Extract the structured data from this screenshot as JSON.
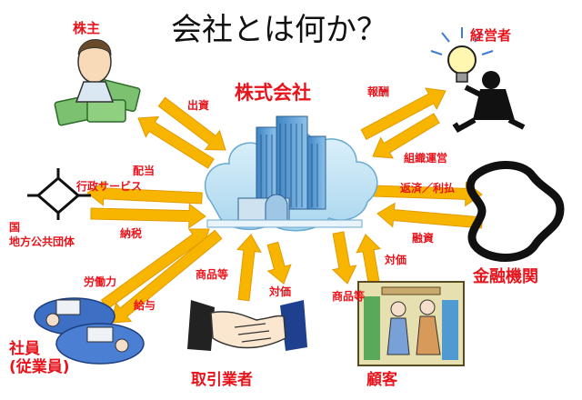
{
  "title": "会社とは何か？",
  "center": "株式会社",
  "stakeholders": {
    "shareholders": "株主",
    "managers": "経営者",
    "government": "国\n地方公共団体",
    "finance": "金融機関",
    "employees": "社員\n(従業員)",
    "suppliers": "取引業者",
    "customers": "顧客"
  },
  "flows": {
    "investment": "出資",
    "dividend": "配当",
    "compensation": "報酬",
    "operations": "組織運営",
    "admin_services": "行政サービス",
    "tax": "納税",
    "repayment": "返済／利払",
    "financing": "融資",
    "labor": "労働力",
    "salary": "給与",
    "goods_to_company": "商品等",
    "payment_to_supplier": "対価",
    "goods_to_customer": "商品等",
    "payment_from_customer": "対価"
  },
  "colors": {
    "arrow": "#f7b500",
    "label": "#e8141c",
    "building": "#5aa0d8",
    "cloud": "#bfe3f2"
  }
}
